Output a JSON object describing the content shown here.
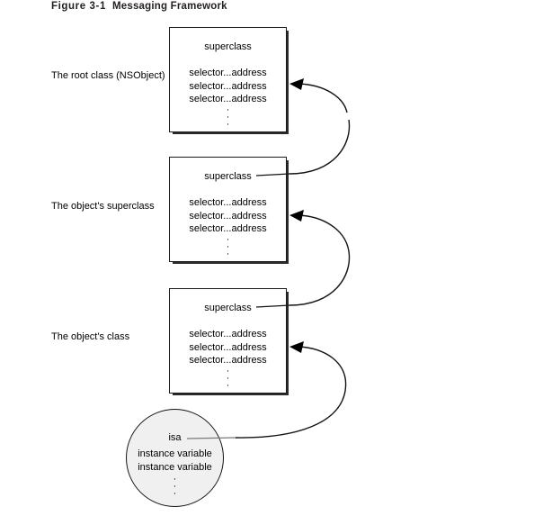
{
  "figure": {
    "number": "Figure 3-1",
    "caption": "Messaging Framework"
  },
  "labels": {
    "root_class": "The root class (NSObject)",
    "object_superclass": "The object's superclass",
    "object_class": "The object's class"
  },
  "boxes": [
    {
      "id": "root-class-box",
      "superclass": "superclass",
      "slots": [
        "selector...address",
        "selector...address",
        "selector...address"
      ],
      "ellipsis": "·"
    },
    {
      "id": "superclass-box",
      "superclass": "superclass",
      "slots": [
        "selector...address",
        "selector...address",
        "selector...address"
      ],
      "ellipsis": "·"
    },
    {
      "id": "class-box",
      "superclass": "superclass",
      "slots": [
        "selector...address",
        "selector...address",
        "selector...address"
      ],
      "ellipsis": "·"
    }
  ],
  "instance": {
    "isa": "isa",
    "variables": [
      "instance variable",
      "instance variable"
    ],
    "ellipsis": "·"
  },
  "colors": {
    "stroke": "#141414",
    "box_fill": "#ffffff",
    "circle_fill": "#f0f0f0",
    "shadow": "#2b2b2b",
    "text": "#000000",
    "title": "#241f20"
  },
  "icons": {
    "pointer_arrow": "arrow-head-icon",
    "dashed_gap": "dashed-segment-icon"
  }
}
